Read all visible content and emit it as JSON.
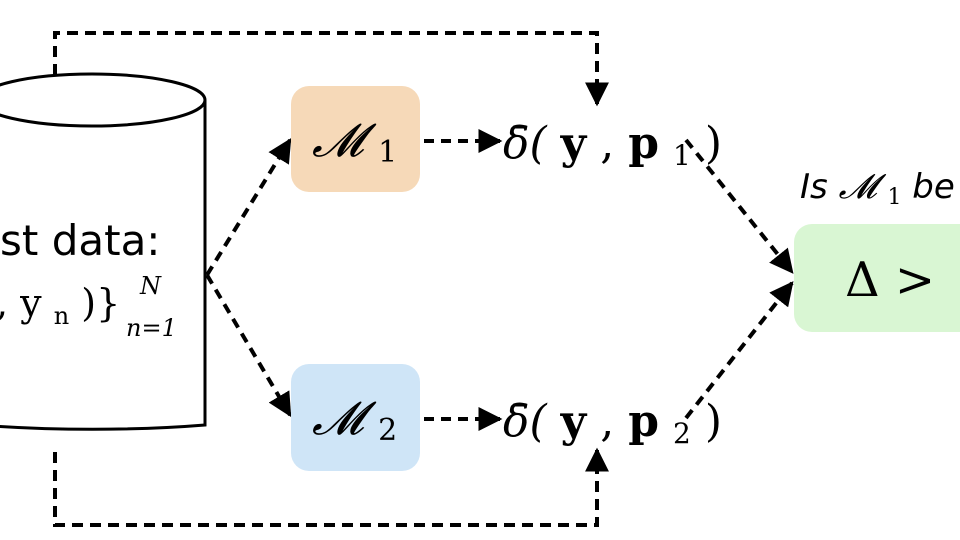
{
  "database": {
    "label": "st data:",
    "set_main": ", y",
    "set_sub_n": "n",
    "set_close": ")}",
    "sup": "N",
    "sub": "n=1"
  },
  "models": {
    "m1": {
      "symbol": "𝓜",
      "index": "1",
      "fill": "#f6d9b8"
    },
    "m2": {
      "symbol": "𝓜",
      "index": "2",
      "fill": "#cfe5f7"
    }
  },
  "metrics": {
    "top": {
      "delta": "δ̄(",
      "y": "y",
      "comma": ", ",
      "p": "p",
      "index": "1",
      "close": ")"
    },
    "bottom": {
      "delta": "δ̄(",
      "y": "y",
      "comma": ", ",
      "p": "p",
      "index": "2",
      "close": ")"
    }
  },
  "question": {
    "prefix": "Is ",
    "symbol": "𝓜",
    "index": "1",
    "suffix": " be"
  },
  "result": {
    "text": "Δ >",
    "fill": "#d9f6d3"
  }
}
